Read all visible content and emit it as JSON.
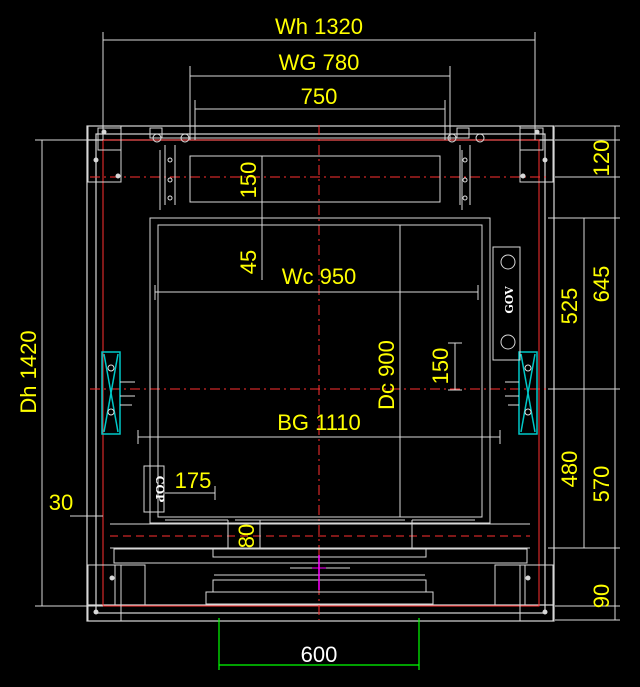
{
  "colors": {
    "background": "#000000",
    "dim_text": "#ffff00",
    "dim_line": "#ffffff",
    "shaft_wall": "#ffffff",
    "rail_bracket": "#00c8c8",
    "red_line": "#ff3030",
    "magenta_line": "#ff00ff",
    "door_dim": "#00ff00",
    "door_panel": "#d0d0d0"
  },
  "dimensions": {
    "wh": "Wh 1320",
    "wg": "WG 780",
    "w750": "750",
    "v150_top": "150",
    "v45": "45",
    "wc": "Wc 950",
    "dh": "Dh 1420",
    "dc": "Dc 900",
    "bg": "BG 1110",
    "v150_mid": "150",
    "r120": "120",
    "r645": "645",
    "r525": "525",
    "r480": "480",
    "r570": "570",
    "r90": "90",
    "h175": "175",
    "v80": "80",
    "h30": "30",
    "door600": "600"
  },
  "labels": {
    "gov": "GOV",
    "cop": "COP"
  },
  "icons": {
    "rail": "guide-rail-bracket-icon",
    "corner": "corner-plate-icon"
  }
}
